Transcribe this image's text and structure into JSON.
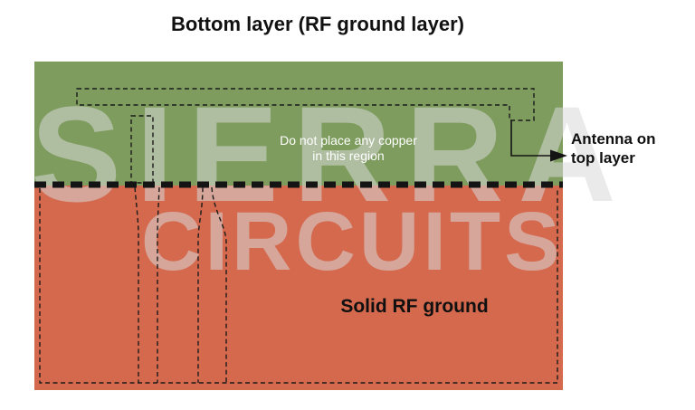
{
  "title": "Bottom layer (RF ground layer)",
  "keepout_region": {
    "note_line1": "Do not place any copper",
    "note_line2": "in this region",
    "color": "#7d9c5d"
  },
  "ground_region": {
    "label": "Solid RF ground",
    "color": "#d4694e"
  },
  "boundary": {
    "style": "thick-dashed-line",
    "color": "#141414"
  },
  "callout": {
    "line1": "Antenna on",
    "line2": "top layer"
  },
  "watermark": {
    "line1": "SIERRA",
    "line2": "CIRCUITS",
    "color": "#d9d9d9"
  }
}
